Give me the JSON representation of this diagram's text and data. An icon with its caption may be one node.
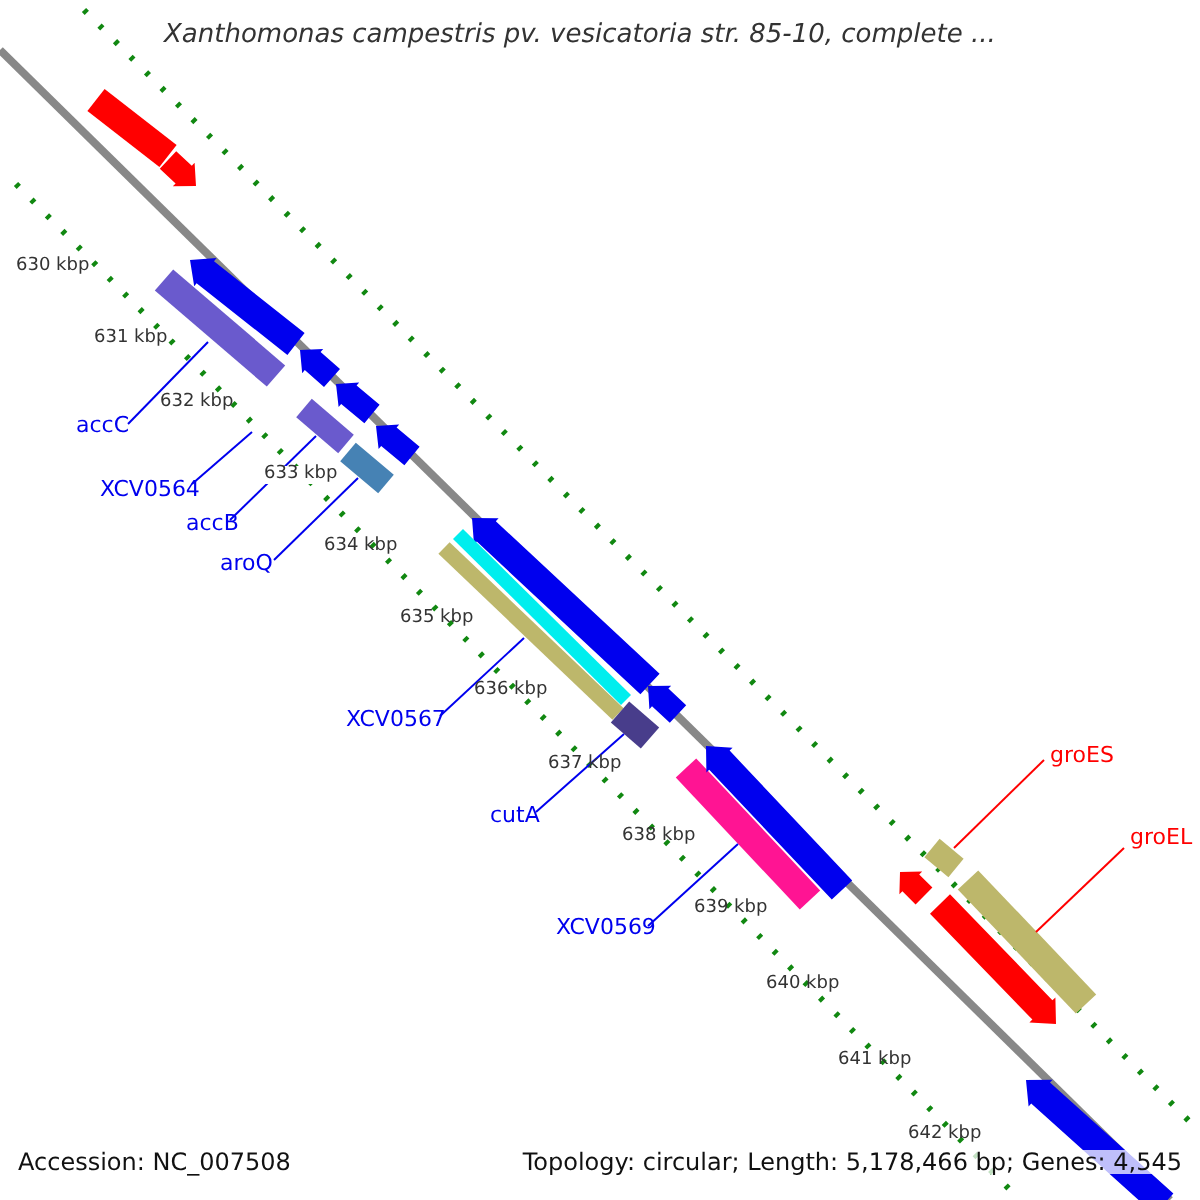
{
  "diagram": {
    "title": "Xanthomonas campestris pv. vesicatoria str. 85-10, complete ...",
    "nodes": [
      {
        "text": [
          "accC"
        ]
      },
      {
        "text": [],
        "shape": "bar"
      },
      {
        "text": [
          "XCV0564"
        ]
      },
      {
        "text": [
          "accB"
        ]
      },
      {
        "text": [],
        "shape": "bar"
      },
      {
        "text": [
          "aroQ"
        ]
      },
      {
        "text": [],
        "shape": "bar"
      },
      {
        "text": [
          "XCV0567"
        ]
      },
      {
        "text": [],
        "shape": "bar"
      },
      {
        "text": [
          "cutA"
        ]
      },
      {
        "text": [],
        "shape": "bar"
      },
      {
        "text": [
          "XCV0569"
        ]
      },
      {
        "text": [],
        "shape": "bar"
      },
      {
        "text": [
          "groES"
        ]
      },
      {
        "text": [],
        "shape": "bar"
      },
      {
        "text": [
          "groEL"
        ]
      },
      {
        "text": [],
        "shape": "bar"
      },
      {
        "text": [],
        "shape": "bar"
      },
      {
        "text": [],
        "shape": "arrow"
      },
      {
        "text": [],
        "shape": "arrow"
      },
      {
        "text": [],
        "shape": "arrow"
      },
      {
        "text": [],
        "shape": "arrow"
      },
      {
        "text": [],
        "shape": "arrow"
      },
      {
        "text": [],
        "shape": "arrow"
      },
      {
        "text": [],
        "shape": "arrow"
      },
      {
        "text": [],
        "shape": "bar"
      },
      {
        "text": [],
        "shape": "arrow"
      },
      {
        "text": [],
        "shape": "arrow"
      },
      {
        "text": [],
        "shape": "arrow"
      },
      {
        "text": [],
        "shape": "arrow"
      }
    ],
    "edges": [
      {
        "from": 0,
        "to": 1,
        "arrow": "none"
      },
      {
        "from": 2,
        "to": null,
        "arrow": "none"
      },
      {
        "from": 3,
        "to": 4,
        "arrow": "none"
      },
      {
        "from": 5,
        "to": 6,
        "arrow": "none"
      },
      {
        "from": 7,
        "to": 8,
        "arrow": "none"
      },
      {
        "from": 9,
        "to": 10,
        "arrow": "none"
      },
      {
        "from": 11,
        "to": 12,
        "arrow": "none"
      },
      {
        "from": 13,
        "to": 14,
        "arrow": "none",
        "color": "#ff0000"
      },
      {
        "from": 15,
        "to": 16,
        "arrow": "none",
        "color": "#ff0000"
      }
    ],
    "labels": [
      "630 kbp",
      "631 kbp",
      "632 kbp",
      "633 kbp",
      "634 kbp",
      "635 kbp",
      "636 kbp",
      "637 kbp",
      "638 kbp",
      "639 kbp",
      "640 kbp",
      "641 kbp",
      "642 kbp",
      "Accession: NC_007508",
      "Topology: circular; Length: 5,178,466 bp; Genes: 4,545"
    ]
  }
}
